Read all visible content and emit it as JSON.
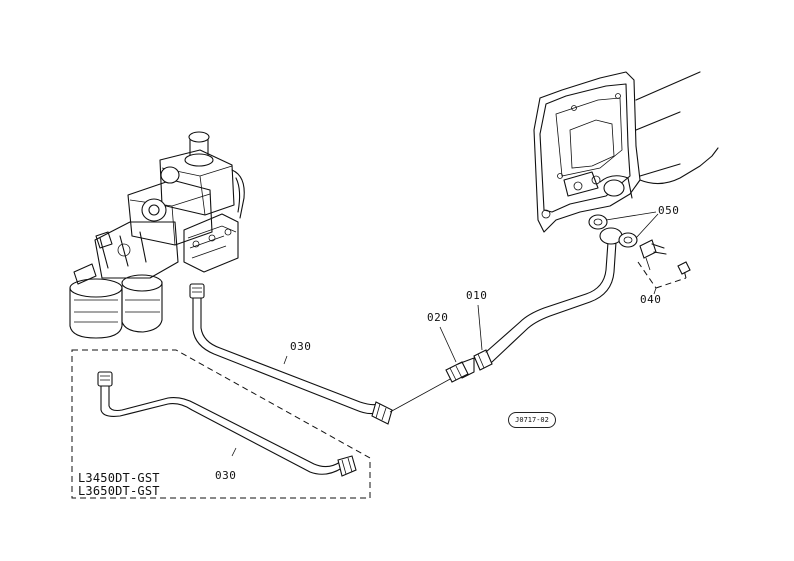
{
  "labels": {
    "p010": "010",
    "p020": "020",
    "p030_main": "030",
    "p030_inset": "030",
    "p040": "040",
    "p050": "050",
    "model_1": "L3450DT-GST",
    "model_2": "L3650DT-GST",
    "ref_code": "J0717-02"
  }
}
